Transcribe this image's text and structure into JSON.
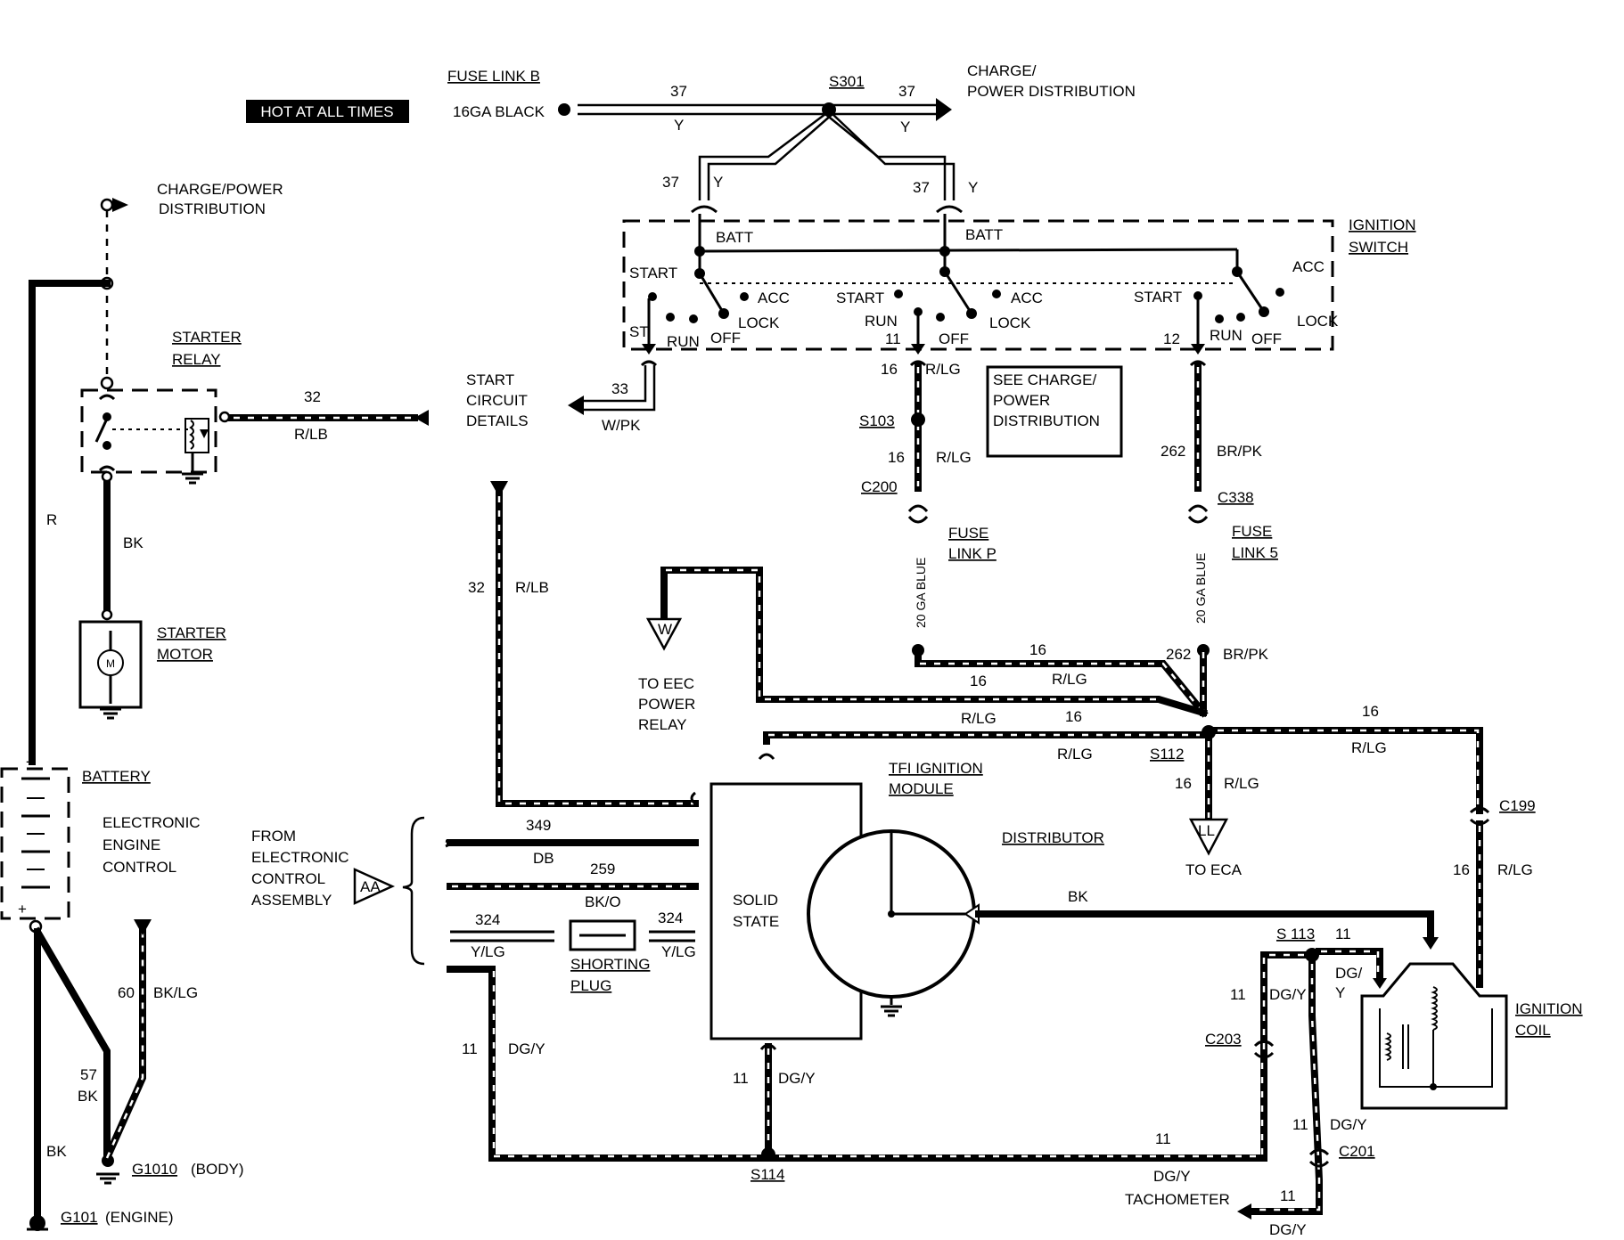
{
  "hot_label": "HOT AT ALL TIMES",
  "top": {
    "fuse_link_b": "FUSE LINK B",
    "gauge_black": "16GA BLACK",
    "s301": "S301",
    "charge_power_1": "CHARGE/",
    "charge_power_2": "POWER DISTRIBUTION",
    "w37": "37",
    "y": "Y"
  },
  "left": {
    "charge_power": "CHARGE/POWER",
    "distribution": "DISTRIBUTION",
    "starter_relay_1": "STARTER",
    "starter_relay_2": "RELAY",
    "r": "R",
    "bk": "BK",
    "starter_motor_1": "STARTER",
    "starter_motor_2": "MOTOR",
    "motor_m": "M",
    "battery": "BATTERY",
    "eec_1": "ELECTRONIC",
    "eec_2": "ENGINE",
    "eec_3": "CONTROL",
    "minus": "-",
    "plus": "+",
    "w60": "60",
    "bk_lg": "BK/LG",
    "w57": "57",
    "bk2": "BK",
    "bk3": "BK",
    "g1010": "G1010",
    "body": "(BODY)",
    "g101": "G101",
    "engine": "(ENGINE)",
    "w32": "32",
    "r_lb": "R/LB"
  },
  "ignition_switch": {
    "label_1": "IGNITION",
    "label_2": "SWITCH",
    "batt": "BATT",
    "start": "START",
    "acc": "ACC",
    "lock": "LOCK",
    "run": "RUN",
    "off": "OFF",
    "st": "ST",
    "n11": "11",
    "n12": "12"
  },
  "start_circuit": {
    "l1": "START",
    "l2": "CIRCUIT",
    "l3": "DETAILS",
    "w33": "33",
    "w_pk": "W/PK"
  },
  "middle": {
    "w16": "16",
    "r_lg": "R/LG",
    "s103": "S103",
    "c200": "C200",
    "see_1": "SEE CHARGE/",
    "see_2": "POWER",
    "see_3": "DISTRIBUTION",
    "fuse_p_1": "FUSE",
    "fuse_p_2": "LINK P",
    "ga_blue": "20 GA BLUE",
    "w262": "262",
    "br_pk": "BR/PK",
    "c338": "C338",
    "fuse_5_1": "FUSE",
    "fuse_5_2": "LINK 5",
    "eec_relay_1": "TO EEC",
    "eec_relay_2": "POWER",
    "eec_relay_3": "RELAY",
    "w_conn": "W",
    "s112": "S112",
    "to_eca": "TO ECA",
    "ll": "LL",
    "c199": "C199",
    "w32": "32",
    "r_lb": "R/LB"
  },
  "module": {
    "tfi_1": "TFI IGNITION",
    "tfi_2": "MODULE",
    "solid_1": "SOLID",
    "solid_2": "STATE",
    "distributor": "DISTRIBUTOR",
    "bk": "BK",
    "from_1": "FROM",
    "from_2": "ELECTRONIC",
    "from_3": "CONTROL",
    "from_4": "ASSEMBLY",
    "aa": "AA",
    "w349": "349",
    "db": "DB",
    "w259": "259",
    "bk_o": "BK/O",
    "w324": "324",
    "y_lg": "Y/LG",
    "shorting_1": "SHORTING",
    "shorting_2": "PLUG"
  },
  "bottom": {
    "w11": "11",
    "dg_y": "DG/Y",
    "dg_slash": "DG/",
    "y": "Y",
    "s114": "S114",
    "s113": "S 113",
    "c203": "C203",
    "c201": "C201",
    "tachometer": "TACHOMETER",
    "ign_coil_1": "IGNITION",
    "ign_coil_2": "COIL"
  }
}
